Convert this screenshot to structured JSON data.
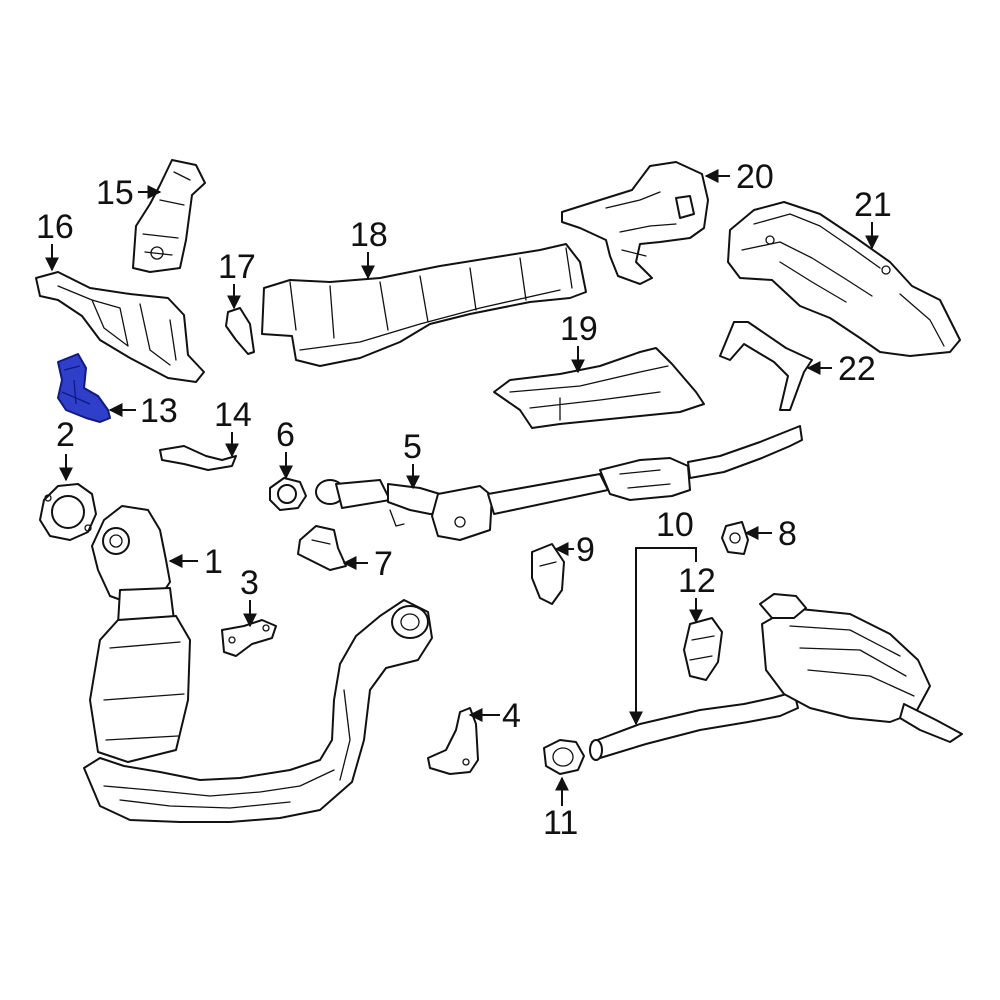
{
  "colors": {
    "line": "#111111",
    "background": "#ffffff",
    "highlight_fill": "#2f3fc9",
    "highlight_stroke": "#101a80"
  },
  "highlighted_part": "13",
  "callouts": [
    {
      "id": "1",
      "label": "1"
    },
    {
      "id": "2",
      "label": "2"
    },
    {
      "id": "3",
      "label": "3"
    },
    {
      "id": "4",
      "label": "4"
    },
    {
      "id": "5",
      "label": "5"
    },
    {
      "id": "6",
      "label": "6"
    },
    {
      "id": "7",
      "label": "7"
    },
    {
      "id": "8",
      "label": "8"
    },
    {
      "id": "9",
      "label": "9"
    },
    {
      "id": "10",
      "label": "10"
    },
    {
      "id": "11",
      "label": "11"
    },
    {
      "id": "12",
      "label": "12"
    },
    {
      "id": "13",
      "label": "13"
    },
    {
      "id": "14",
      "label": "14"
    },
    {
      "id": "15",
      "label": "15"
    },
    {
      "id": "16",
      "label": "16"
    },
    {
      "id": "17",
      "label": "17"
    },
    {
      "id": "18",
      "label": "18"
    },
    {
      "id": "19",
      "label": "19"
    },
    {
      "id": "20",
      "label": "20"
    },
    {
      "id": "21",
      "label": "21"
    },
    {
      "id": "22",
      "label": "22"
    }
  ]
}
